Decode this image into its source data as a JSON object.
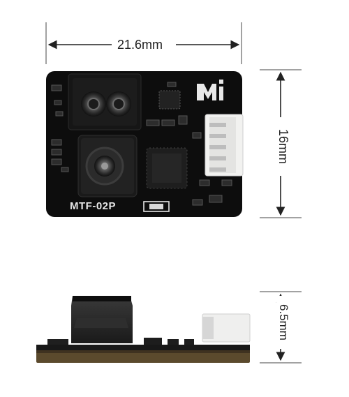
{
  "dimensions": {
    "width_label": "21.6mm",
    "height_label": "16mm",
    "thickness_label": "6.5mm"
  },
  "board": {
    "model_label": "MTF-02P",
    "logo": "Mi-logo",
    "pcb_color": "#0d0d0d"
  },
  "icons": [
    "lidar-emitter-icon",
    "camera-lens-icon",
    "connector-icon"
  ]
}
